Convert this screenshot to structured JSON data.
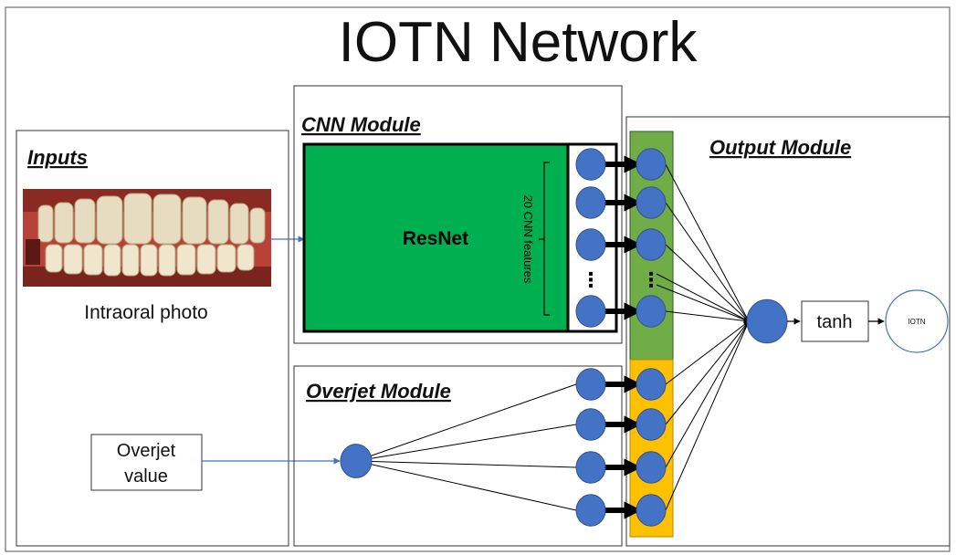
{
  "title": "IOTN Network",
  "inputs": {
    "heading": "Inputs",
    "photo_label": "Intraoral photo",
    "overjet_label_line1": "Overjet",
    "overjet_label_line2": "value"
  },
  "cnn_module": {
    "heading": "CNN Module",
    "backbone": "ResNet",
    "features_label": "20 CNN features",
    "ellipsis": "⋮"
  },
  "overjet_module": {
    "heading": "Overjet Module"
  },
  "output_module": {
    "heading": "Output Module",
    "activation": "tanh",
    "output_label": "IOTN",
    "ellipsis": "⋮"
  },
  "colors": {
    "node_fill": "#4472c4",
    "node_stroke": "#2f528f",
    "resnet_green": "#00b050",
    "cnn_column_green": "#70ad47",
    "overjet_column_orange": "#ffc000",
    "connector_blue": "#4472c4"
  }
}
